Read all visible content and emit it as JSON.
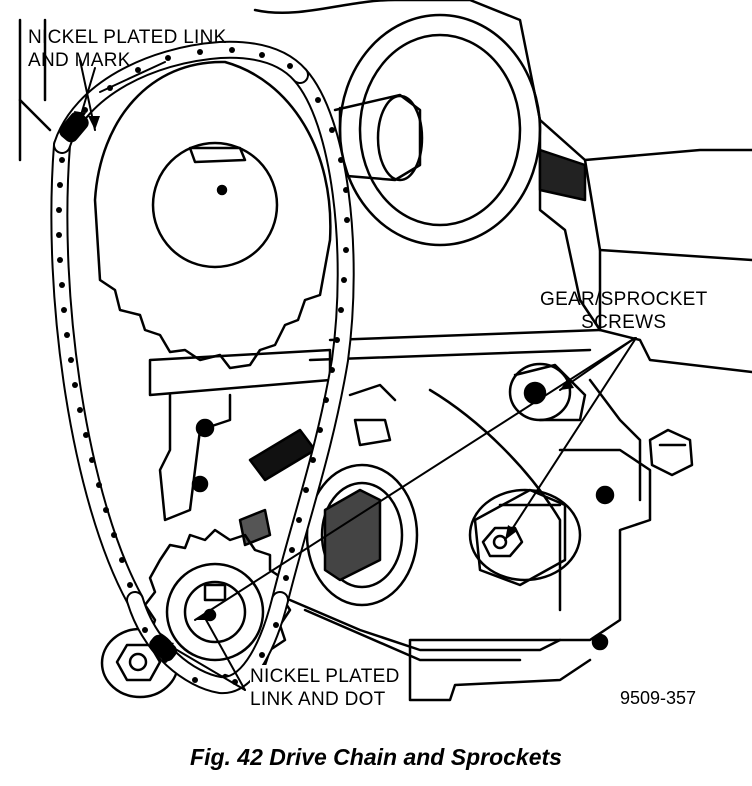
{
  "diagram": {
    "callouts": {
      "top_link": [
        "NICKEL PLATED LINK",
        "AND MARK"
      ],
      "screws": [
        "GEAR/SPROCKET",
        "SCREWS"
      ],
      "bottom_link": [
        "NICKEL PLATED",
        "LINK AND DOT"
      ]
    },
    "figure_number": "9509-357",
    "caption": "Fig. 42 Drive Chain and Sprockets"
  }
}
